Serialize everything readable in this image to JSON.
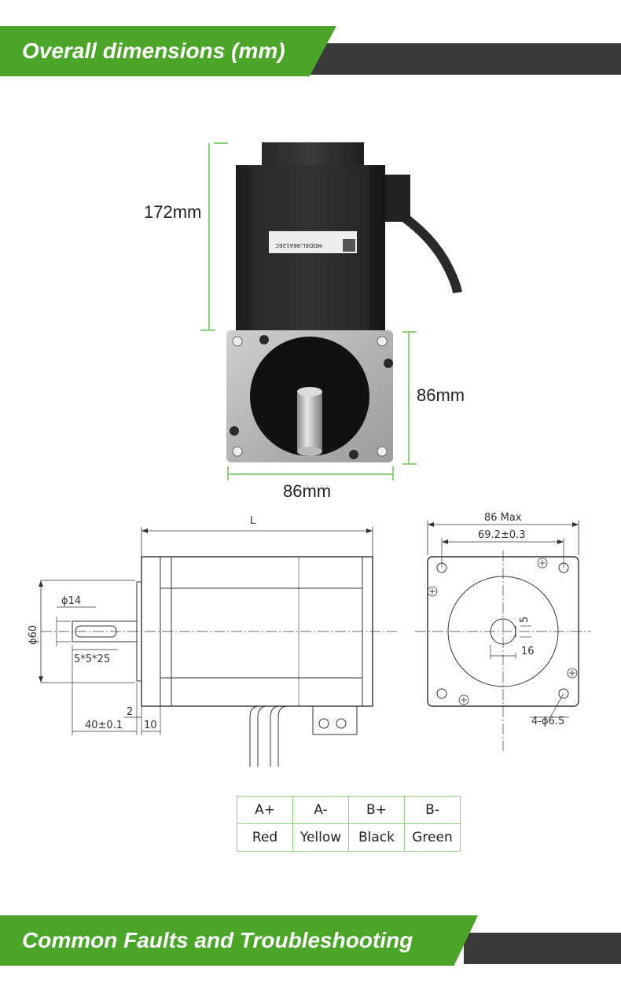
{
  "banners": {
    "top_title": "Overall dimensions (mm)",
    "bottom_title": "Common Faults and Troubleshooting"
  },
  "photo": {
    "length_label": "172mm",
    "height_label": "86mm",
    "width_label": "86mm",
    "nameplate_model": "MODEL:86A12EC"
  },
  "side_view": {
    "length": "L",
    "diameter": "ϕ60",
    "shaft_diameter": "ϕ14",
    "key": "5*5*25",
    "step": "2",
    "shaft_length": "40±0.1",
    "flange": "10"
  },
  "front_view": {
    "max_width": "86 Max",
    "hole_spacing": "69.2±0.3",
    "key_height": "5",
    "key_width": "16",
    "holes": "4-ϕ6.5"
  },
  "wiring": {
    "headers": [
      "A+",
      "A-",
      "B+",
      "B-"
    ],
    "colors": [
      "Red",
      "Yellow",
      "Black",
      "Green"
    ]
  },
  "colors": {
    "accent_green": "#4aa529",
    "banner_dark": "#3a3a3a",
    "dimension_line": "#8fd07a"
  }
}
